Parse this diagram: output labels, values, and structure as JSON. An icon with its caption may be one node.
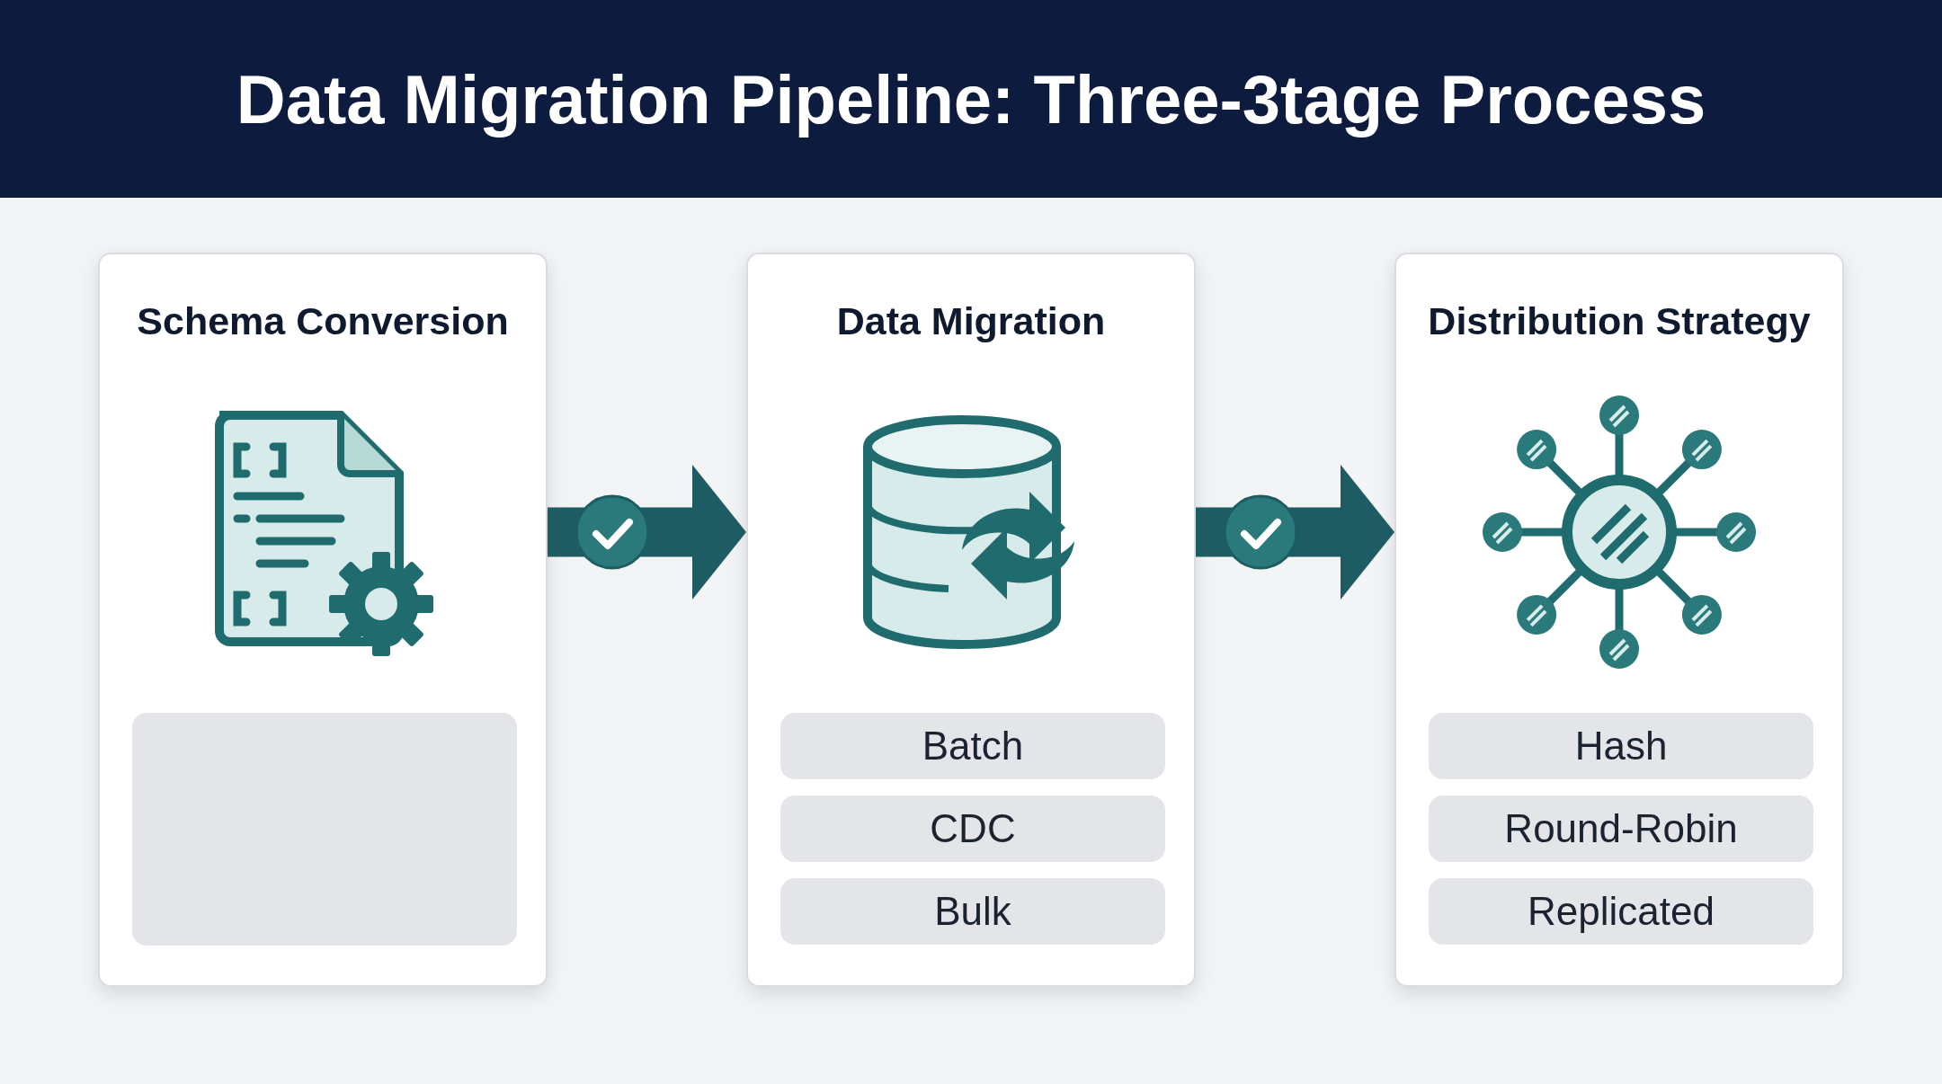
{
  "diagram": {
    "title": "Data Migration Pipeline: Three-3tage Process",
    "nodes": [
      {
        "text": [
          "Schema Conversion"
        ]
      },
      {
        "text": [],
        "shape": "box",
        "in": 0
      },
      {
        "text": [
          "Data Migration"
        ]
      },
      {
        "text": [
          "Batch"
        ],
        "in": 2
      },
      {
        "text": [
          "CDC"
        ],
        "in": 2
      },
      {
        "text": [
          "Bulk"
        ],
        "in": 2
      },
      {
        "text": [
          "Distribution Strategy"
        ]
      },
      {
        "text": [
          "Hash"
        ],
        "in": 6
      },
      {
        "text": [
          "Round-Robin"
        ],
        "in": 6
      },
      {
        "text": [
          "Replicated"
        ],
        "in": 6
      }
    ],
    "edges": [
      {
        "from": 0,
        "to": 2,
        "arrow": "to"
      },
      {
        "from": 2,
        "to": 6,
        "arrow": "to"
      }
    ]
  }
}
